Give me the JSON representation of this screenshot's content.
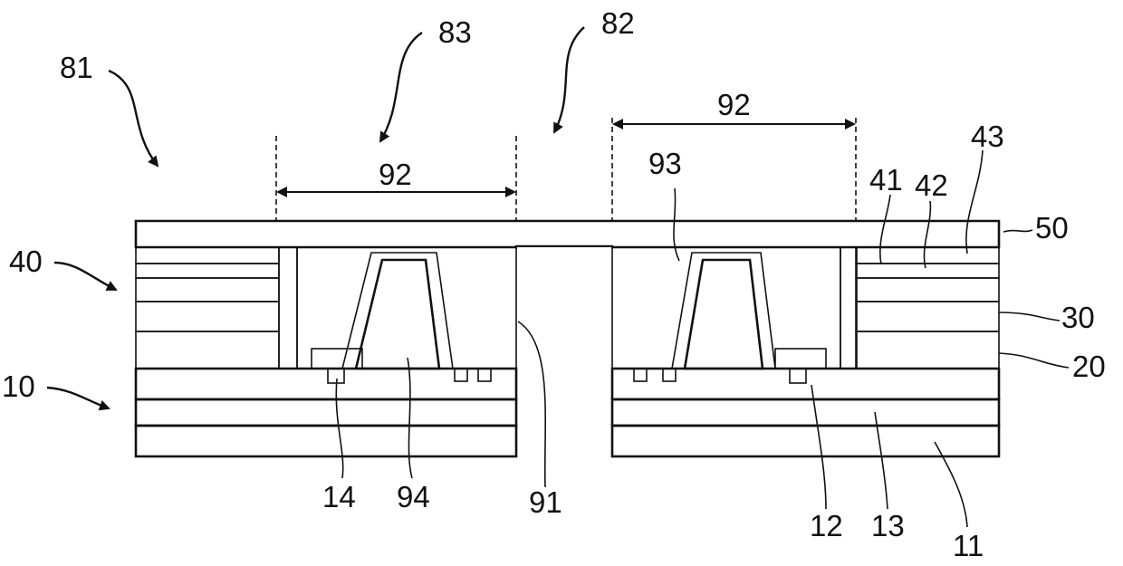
{
  "labels": {
    "l81": "81",
    "l83": "83",
    "l82": "82",
    "l92_left": "92",
    "l92_right": "92",
    "l93": "93",
    "l41": "41",
    "l42": "42",
    "l43": "43",
    "l50": "50",
    "l40": "40",
    "l30": "30",
    "l20": "20",
    "l10": "10",
    "l14": "14",
    "l94": "94",
    "l91": "91",
    "l12": "12",
    "l13": "13",
    "l11": "11"
  }
}
